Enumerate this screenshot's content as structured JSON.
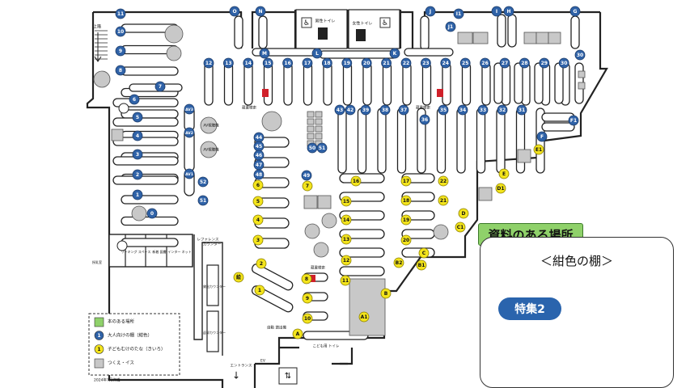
{
  "legend": {
    "items": [
      {
        "type": "green",
        "label": "本のある場所"
      },
      {
        "type": "blue",
        "label": "大人向けの棚（紺色）",
        "glyph": "1"
      },
      {
        "type": "yellow",
        "label": "子どもむけのたな（きいろ）",
        "glyph": "1"
      },
      {
        "type": "gray",
        "label": "つくえ・イス"
      }
    ],
    "date": "2024年7月作成"
  },
  "rooms": {
    "mens_toilet": "男性トイレ",
    "womens_toilet": "女性トイレ",
    "reference_counter": "レファレンス カウンター",
    "lending_counter": "貸出カウンター",
    "return_counter": "返却カウンター",
    "working_space": "ワーキング スペース",
    "new_books": "新着 図書",
    "internet": "インター ネット",
    "nursing": "授乳室",
    "search_terminal": "蔵書検索",
    "av_viewer": "AV視聴機",
    "self_checkout": "自動 貸出機",
    "entrance": "エントランス",
    "upstairs": "上階",
    "kids_toilet": "こども用 トイレ",
    "ev": "EV"
  },
  "colors": {
    "blue": "#2f62a7",
    "yellow": "#f3e41c",
    "green": "#8fd16a",
    "gray": "#c8c8c8",
    "red": "#d0202a"
  },
  "shelves": {
    "blue_top": [
      "O",
      "N",
      "J",
      "I1",
      "I",
      "H",
      "G",
      "J1",
      "M",
      "L",
      "K",
      "30"
    ],
    "blue_row": [
      "12",
      "13",
      "14",
      "15",
      "16",
      "17",
      "18",
      "19",
      "20",
      "21",
      "22",
      "23",
      "24",
      "25",
      "26",
      "27",
      "28",
      "29",
      "30"
    ],
    "blue_mid": [
      "43",
      "42",
      "39",
      "38",
      "37",
      "36",
      "35",
      "34",
      "33",
      "32",
      "31"
    ],
    "blue_left": [
      "11",
      "10",
      "9",
      "8",
      "7",
      "6",
      "5",
      "4",
      "3",
      "2",
      "1",
      "0",
      "AV3",
      "AV2",
      "AV1",
      "F",
      "F1"
    ],
    "blue_small": [
      "44",
      "45",
      "46",
      "47",
      "48",
      "49",
      "50",
      "51",
      "52"
    ],
    "yellow": [
      "6",
      "5",
      "4",
      "3",
      "2",
      "1",
      "7",
      "8",
      "9",
      "10",
      "11",
      "12",
      "13",
      "14",
      "15",
      "16",
      "17",
      "18",
      "19",
      "20",
      "21",
      "22",
      "A",
      "A1",
      "B",
      "B1",
      "B2",
      "C",
      "C1",
      "D",
      "D1",
      "E",
      "E1"
    ]
  },
  "selected": {
    "tag": "資料のある場所",
    "panel_title": "＜紺色の棚＞",
    "feature": "特集2"
  }
}
